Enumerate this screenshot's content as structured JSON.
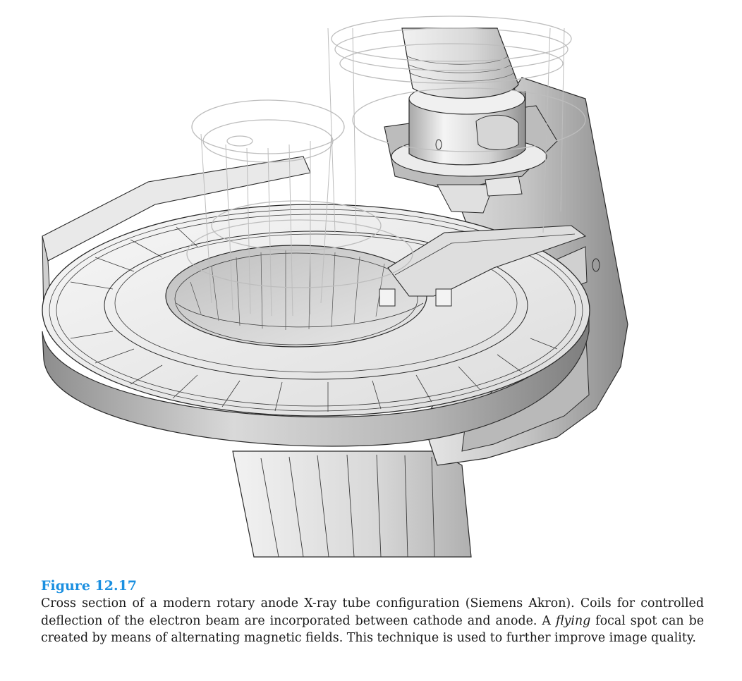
{
  "figure": {
    "label": "Figure 12.17",
    "caption_parts": [
      "Cross section of a modern rotary anode X-ray tube configuration (Siemens Akron). Coils for con­trolled deflection of the electron beam are incorporated between cathode and anode. A ",
      "flying",
      " focal spot can be created by means of alternating magnetic fields. This technique is used to further im­prove image quality."
    ],
    "illustration": "rotary-anode-x-ray-tube-cross-section"
  },
  "colors": {
    "label": "#1a8fe0",
    "text": "#1a1a1a",
    "line": "#2a2a2a",
    "shade_dark": "#9a9a9a",
    "shade_mid": "#c8c8c8",
    "shade_light": "#eeeeee",
    "ghost": "#bdbdbd"
  }
}
